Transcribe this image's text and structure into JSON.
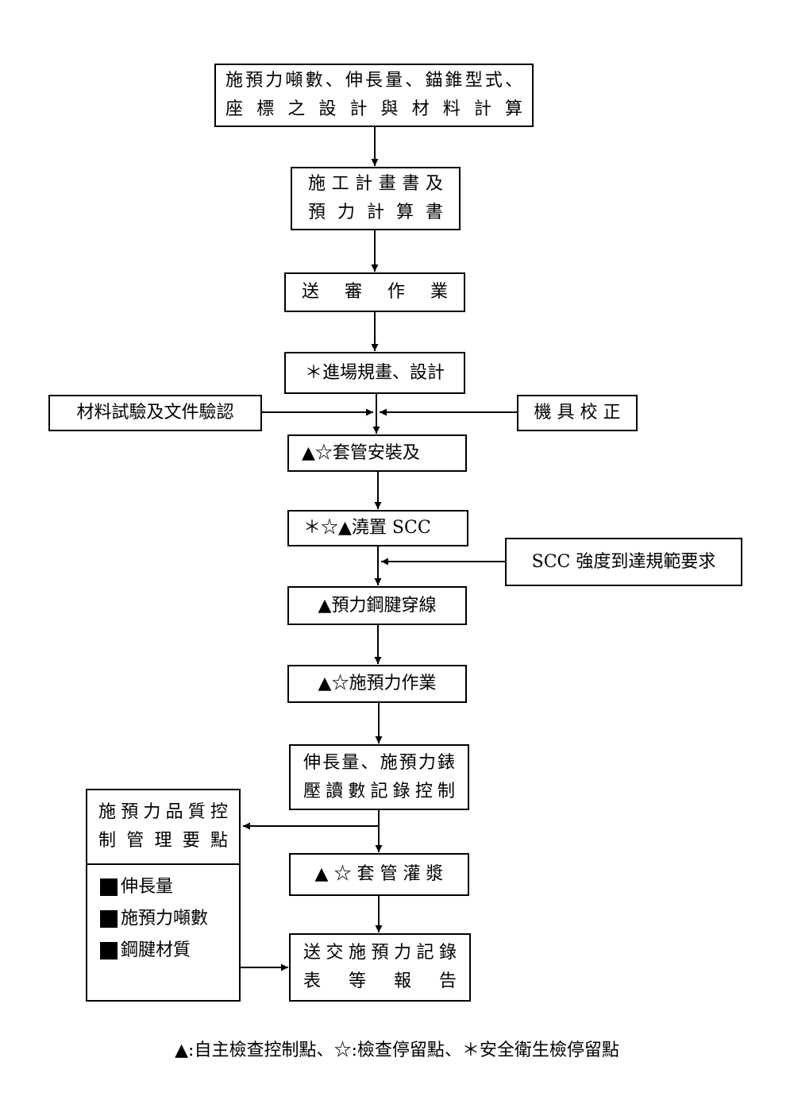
{
  "steps": {
    "design": [
      "施預力噸數、伸長量、錨錐型式、",
      "座 標 之 設 計 與 材 料 計 算"
    ],
    "plan": [
      "施工計畫書及",
      "預 力 計 算 書"
    ],
    "review": [
      "送 審 作 業"
    ],
    "site_plan": [
      "＊進場規畫、設計"
    ],
    "material_test": [
      "材料試驗及文件驗認"
    ],
    "calibration": [
      "機 具 校 正"
    ],
    "sleeve_install": [
      "▲☆套管安裝及"
    ],
    "pour_scc": [
      "＊☆▲澆置 SCC"
    ],
    "scc_strength": [
      "SCC 強度到達規範要求"
    ],
    "threading": [
      "▲預力鋼腱穿線"
    ],
    "prestress": [
      "▲☆施預力作業"
    ],
    "record_control": [
      "伸長量、施預力錶",
      "壓讀數記錄控制"
    ],
    "qc_points": [
      "施預力品質控",
      "制 管 理 要 點"
    ],
    "grouting": [
      "▲ ☆ 套 管 灌 漿"
    ],
    "report": [
      "送交施預力記錄",
      "表 等 報 告"
    ]
  },
  "qc_items": [
    "伸長量",
    "施預力噸數",
    "鋼腱材質"
  ],
  "legend": "▲:自主檢查控制點、☆:檢查停留點、＊安全衛生檢停留點"
}
